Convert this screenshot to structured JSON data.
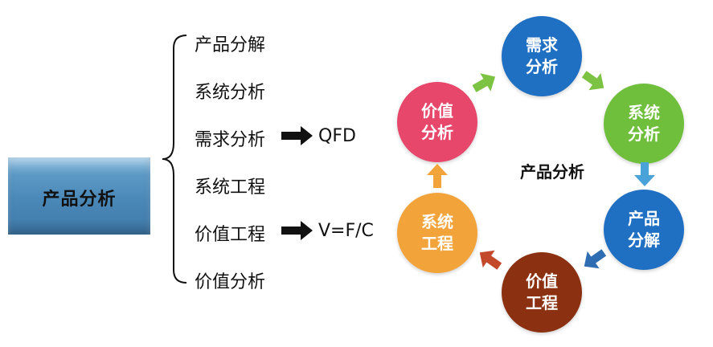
{
  "left": {
    "drum_label": "产品分析",
    "items": [
      "产品分解",
      "系统分析",
      "需求分析",
      "系统工程",
      "价值工程",
      "价值分析"
    ],
    "notes": {
      "qfd": "QFD",
      "formula": "V=F/C"
    }
  },
  "cycle": {
    "center_label": "产品分析",
    "nodes": [
      {
        "line1": "需求",
        "line2": "分析",
        "color": "#1f6fc3"
      },
      {
        "line1": "系统",
        "line2": "分析",
        "color": "#6fbf3c"
      },
      {
        "line1": "产品",
        "line2": "分解",
        "color": "#1f6fc3"
      },
      {
        "line1": "价值",
        "line2": "工程",
        "color": "#8b3010"
      },
      {
        "line1": "系统",
        "line2": "工程",
        "color": "#f2a33a"
      },
      {
        "line1": "价值",
        "line2": "分析",
        "color": "#e6476a"
      }
    ],
    "arrow_colors": [
      "#7cc243",
      "#7cc243",
      "#4aa3d8",
      "#2e6db1",
      "#c2492a",
      "#f2a33a"
    ]
  }
}
